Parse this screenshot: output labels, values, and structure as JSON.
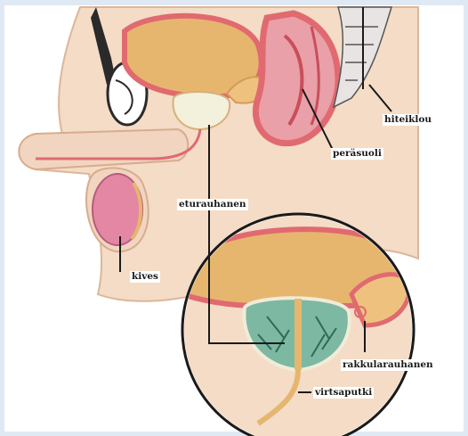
{
  "labels": {
    "vessel": "hiteiklou",
    "rectum": "peräsuoli",
    "prostate": "eturauhanen",
    "testis": "kives",
    "seminal_vesicle": "rakkularauhanen",
    "urethra": "virtsaputki"
  },
  "colors": {
    "background": "#dfe9f3",
    "skin": "#f4dcc6",
    "skin_edge": "#dcb69a",
    "bladder": "#e6b66f",
    "muscle_red": "#e06a70",
    "rectum_pink": "#e9a0a8",
    "testis_pink": "#e487a4",
    "gland_green": "#7db8a2",
    "line": "#1a1a1a"
  }
}
